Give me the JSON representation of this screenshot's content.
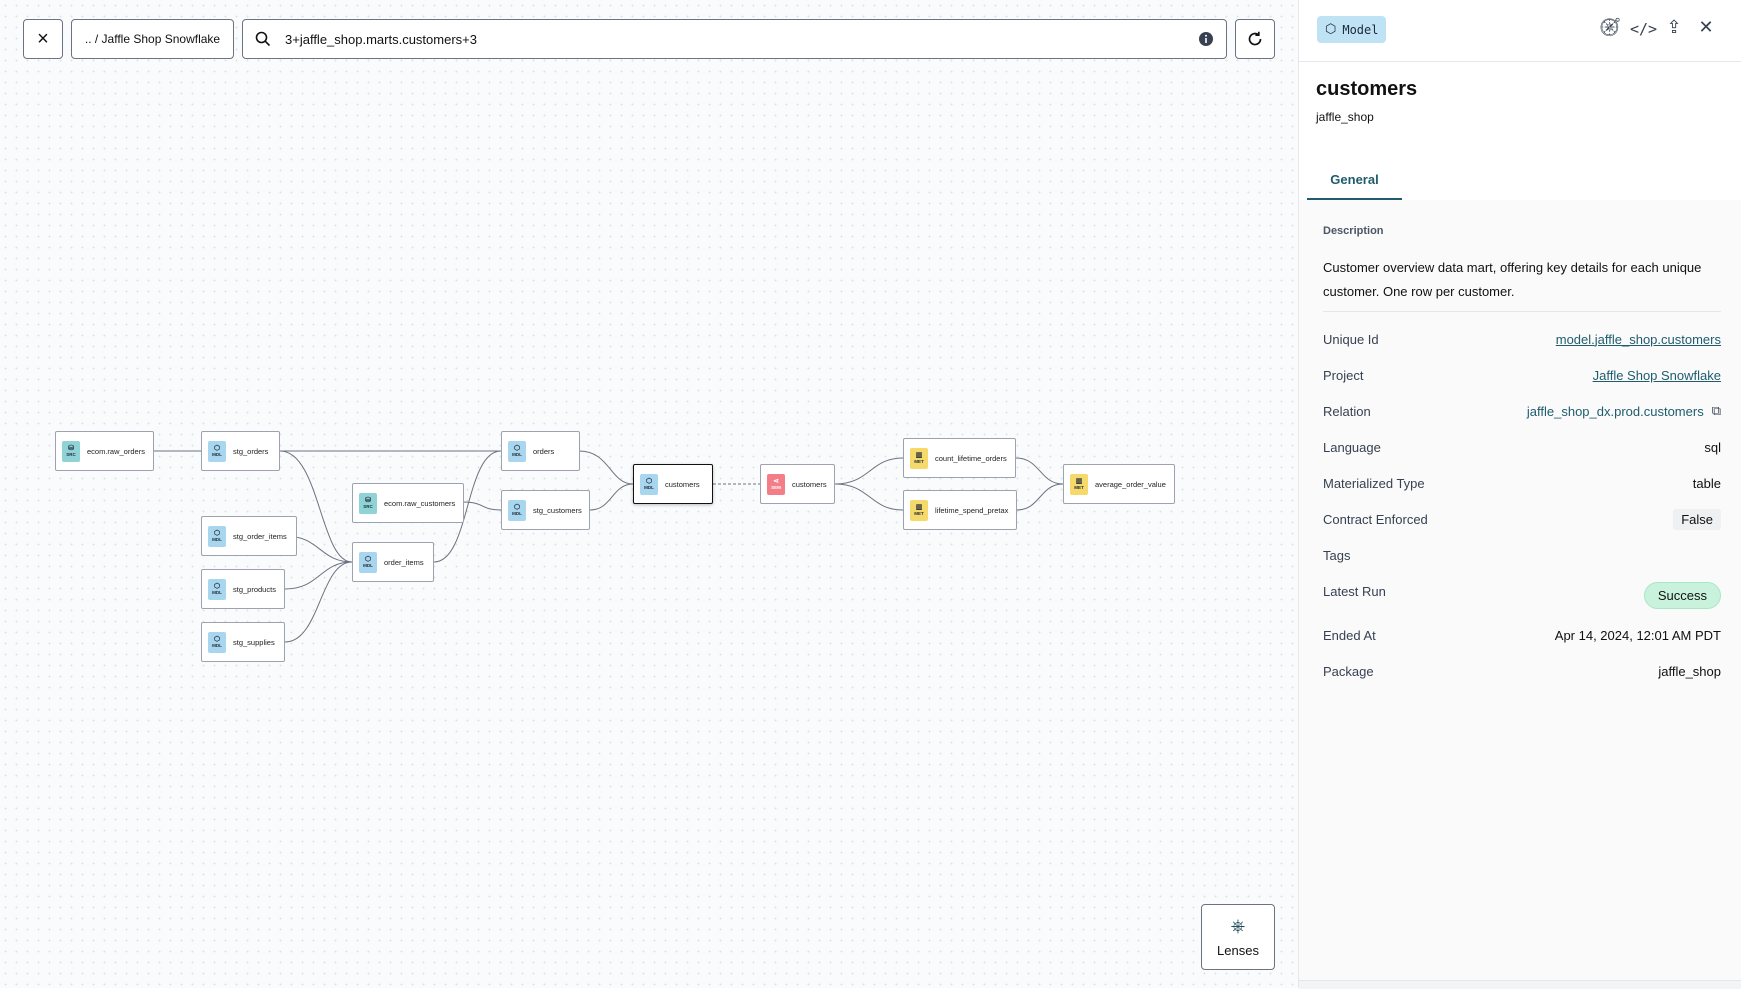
{
  "topbar": {
    "close_icon": "×",
    "breadcrumb": ".. / Jaffle Shop Snowflake",
    "search_value": "3+jaffle_shop.marts.customers+3",
    "search_icon": "search-icon",
    "info_icon": "info-icon",
    "refresh_icon": "refresh-icon"
  },
  "nodes": [
    {
      "id": "ecom_raw_orders",
      "label": "ecom.raw_orders",
      "type": "SRC"
    },
    {
      "id": "stg_orders",
      "label": "stg_orders",
      "type": "MDL"
    },
    {
      "id": "stg_order_items",
      "label": "stg_order_items",
      "type": "MDL"
    },
    {
      "id": "stg_products",
      "label": "stg_products",
      "type": "MDL"
    },
    {
      "id": "stg_supplies",
      "label": "stg_supplies",
      "type": "MDL"
    },
    {
      "id": "ecom_raw_customers",
      "label": "ecom.raw_customers",
      "type": "SRC"
    },
    {
      "id": "order_items",
      "label": "order_items",
      "type": "MDL"
    },
    {
      "id": "orders",
      "label": "orders",
      "type": "MDL"
    },
    {
      "id": "stg_customers",
      "label": "stg_customers",
      "type": "MDL"
    },
    {
      "id": "customers_model",
      "label": "customers",
      "type": "MDL"
    },
    {
      "id": "customers_semantic",
      "label": "customers",
      "type": "SEM"
    },
    {
      "id": "count_lifetime_orders",
      "label": "count_lifetime_orders",
      "type": "MET"
    },
    {
      "id": "lifetime_spend_pretax",
      "label": "lifetime_spend_pretax",
      "type": "MET"
    },
    {
      "id": "average_order_value",
      "label": "average_order_value",
      "type": "MET"
    }
  ],
  "lenses": {
    "label": "Lenses"
  },
  "panel": {
    "type_label": "Model",
    "title": "customers",
    "subtitle": "jaffle_shop",
    "tab_general": "General",
    "description_label": "Description",
    "description": "Customer overview data mart, offering key details for each unique customer. One row per customer.",
    "fields": {
      "unique_id_key": "Unique Id",
      "unique_id": "model.jaffle_shop.customers",
      "project_key": "Project",
      "project": "Jaffle Shop Snowflake",
      "relation_key": "Relation",
      "relation": "jaffle_shop_dx.prod.customers",
      "language_key": "Language",
      "language": "sql",
      "materialized_key": "Materialized Type",
      "materialized": "table",
      "contract_key": "Contract Enforced",
      "contract": "False",
      "tags_key": "Tags",
      "latest_run_key": "Latest Run",
      "latest_run": "Success",
      "ended_at_key": "Ended At",
      "ended_at": "Apr 14, 2024, 12:01 AM PDT",
      "package_key": "Package",
      "package": "jaffle_shop"
    }
  },
  "colors": {
    "accent": "#1f5c6e",
    "src": "#8fd3d6",
    "mdl": "#a9d6ef",
    "sem": "#f47e87",
    "met": "#f6d96b",
    "success_bg": "#c9f2dd"
  }
}
